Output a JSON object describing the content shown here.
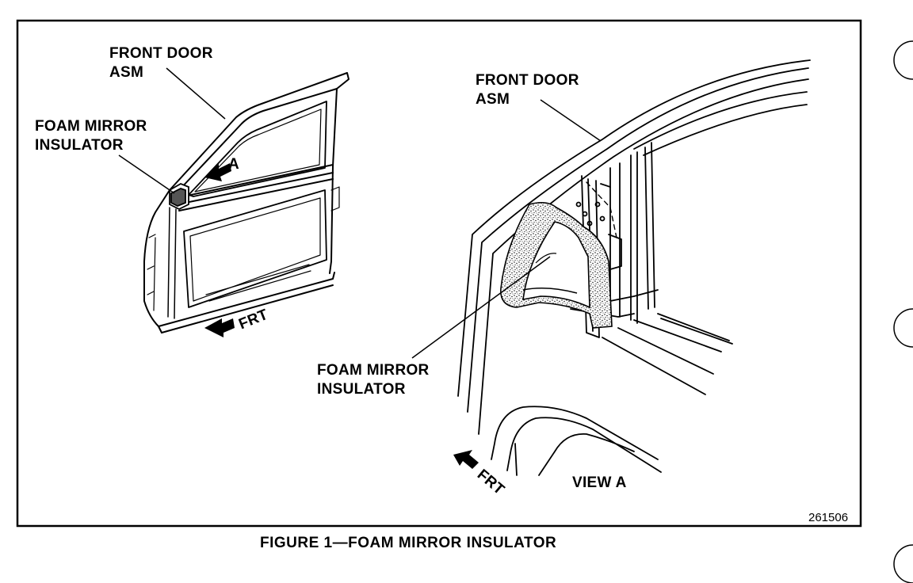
{
  "left_view": {
    "front_door_label": [
      "FRONT DOOR",
      "ASM"
    ],
    "foam_insulator_label": [
      "FOAM MIRROR",
      "INSULATOR"
    ],
    "view_marker": "A",
    "frt_label": "FRT"
  },
  "right_view": {
    "front_door_label": [
      "FRONT DOOR",
      "ASM"
    ],
    "foam_insulator_label": [
      "FOAM MIRROR",
      "INSULATOR"
    ],
    "frt_label": "FRT",
    "view_label": "VIEW A"
  },
  "figure_number": "261506",
  "caption": "FIGURE 1—FOAM MIRROR INSULATOR",
  "colors": {
    "ink": "#000000",
    "paper": "#ffffff"
  }
}
